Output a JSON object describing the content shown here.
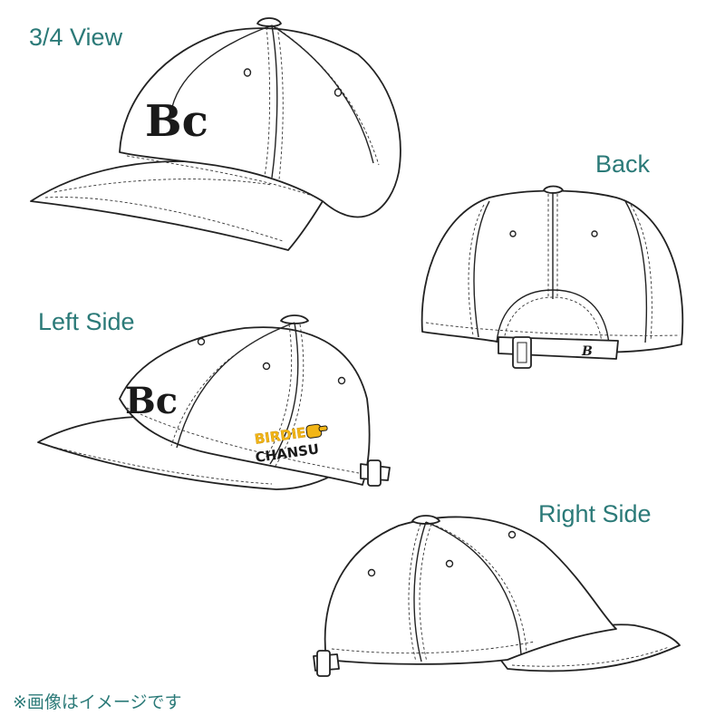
{
  "views": {
    "three_quarter": "3/4 View",
    "back": "Back",
    "left_side": "Left Side",
    "right_side": "Right Side"
  },
  "note": "※画像はイメージです",
  "logo": {
    "front_text": "Bc",
    "patch_top": "BIRDIE",
    "patch_bottom": "CHANSU",
    "back_mark": "B"
  },
  "colors": {
    "label": "#2b7a78",
    "outline": "#222222",
    "logo": "#1a1a1a",
    "patch_yellow": "#f2b516"
  }
}
